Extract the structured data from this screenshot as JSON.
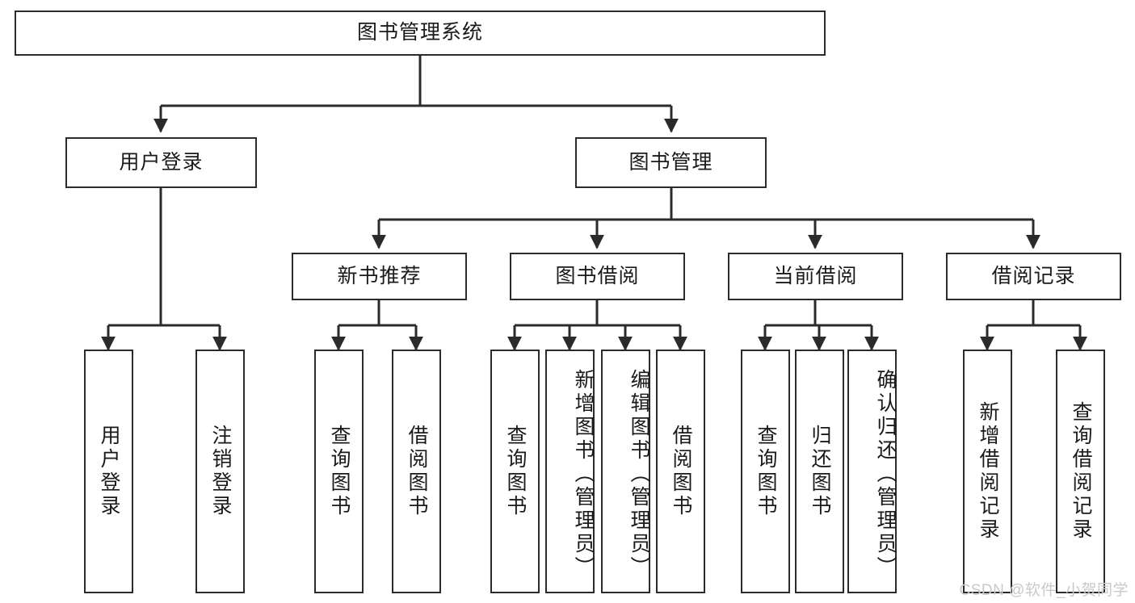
{
  "diagram": {
    "title": "图书管理系统",
    "type": "tree",
    "watermark": "CSDN @软件_小贺同学",
    "colors": {
      "box_border": "#2b2b2b",
      "box_fill": "#ffffff",
      "edge": "#2b2b2b",
      "text": "#1a1a1a",
      "watermark": "#c9c9c9"
    },
    "root": {
      "label": "图书管理系统"
    },
    "level1": [
      {
        "label": "用户登录"
      },
      {
        "label": "图书管理"
      }
    ],
    "level2": [
      {
        "label": "新书推荐"
      },
      {
        "label": "图书借阅"
      },
      {
        "label": "当前借阅"
      },
      {
        "label": "借阅记录"
      }
    ],
    "leaves": {
      "user_login": [
        {
          "label": "用户登录"
        },
        {
          "label": "注销登录"
        }
      ],
      "new_books": [
        {
          "label": "查询图书"
        },
        {
          "label": "借阅图书"
        }
      ],
      "book_borrow": [
        {
          "label": "查询图书"
        },
        {
          "label": "新增图书（管理员）"
        },
        {
          "label": "编辑图书（管理员）"
        },
        {
          "label": "借阅图书"
        }
      ],
      "current_borrow": [
        {
          "label": "查询图书"
        },
        {
          "label": "归还图书"
        },
        {
          "label": "确认归还（管理员）"
        }
      ],
      "borrow_records": [
        {
          "label": "新增借阅记录"
        },
        {
          "label": "查询借阅记录"
        }
      ]
    }
  }
}
